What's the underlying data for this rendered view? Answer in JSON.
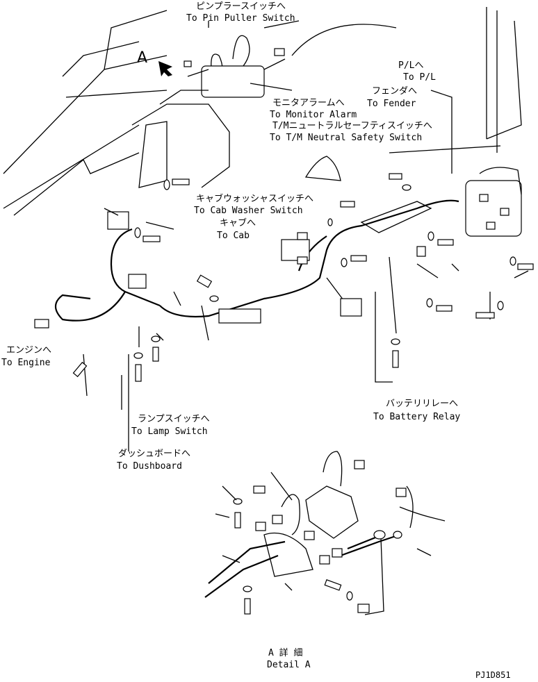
{
  "view_marker": "A",
  "labels": {
    "pin_puller_jp": "ピンプラースイッチへ",
    "pin_puller_en": "To Pin Puller Switch",
    "pl_jp": "P/Lへ",
    "pl_en": "To P/L",
    "fender_jp": "フェンダへ",
    "fender_en": "To Fender",
    "monitor_jp": "モニタアラームへ",
    "monitor_en": "To Monitor Alarm",
    "tm_jp": "T/Mニュートラルセーフティスイッチへ",
    "tm_en": "To T/M Neutral Safety Switch",
    "cab_washer_jp": "キャブウォッシャスイッチへ",
    "cab_washer_en": "To Cab Washer Switch",
    "cab_jp": "キャブへ",
    "cab_en": "To Cab",
    "engine_jp": "エンジンへ",
    "engine_en": "To Engine",
    "battery_jp": "バッテリリレーへ",
    "battery_en": "To Battery Relay",
    "lamp_jp": "ランプスイッチへ",
    "lamp_en": "To Lamp Switch",
    "dash_jp": "ダッシュボードへ",
    "dash_en": "To Dushboard",
    "detail_jp": "A 詳 細",
    "detail_en": "Detail A",
    "code": "PJ1D851"
  }
}
